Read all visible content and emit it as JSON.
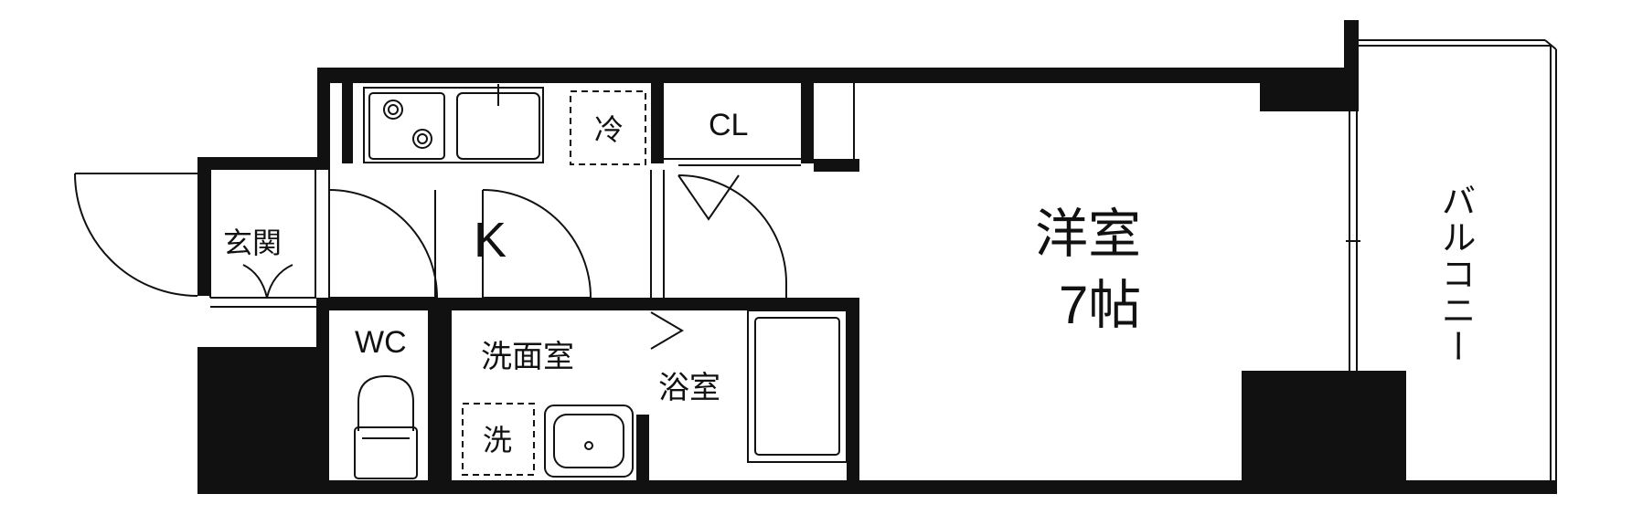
{
  "floor_plan": {
    "rooms": {
      "genkan": "玄関",
      "kitchen": "K",
      "wc": "WC",
      "washroom": "洗面室",
      "bathroom": "浴室",
      "closet": "CL",
      "western_room_name": "洋室",
      "western_room_size": "7帖",
      "balcony": "バルコニー"
    },
    "fixtures": {
      "refrigerator": "冷",
      "washing_machine": "洗"
    }
  }
}
